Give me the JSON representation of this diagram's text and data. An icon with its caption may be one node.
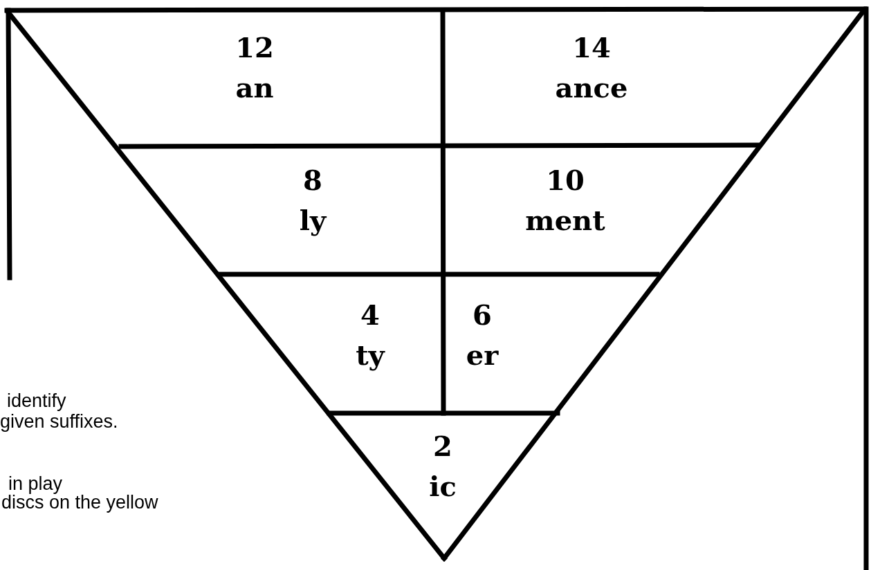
{
  "diagram": {
    "nodes": [
      {
        "text": [
          "12",
          "an"
        ]
      },
      {
        "text": [
          "14",
          "ance"
        ]
      },
      {
        "text": [
          "8",
          "ly"
        ]
      },
      {
        "text": [
          "10",
          "ment"
        ]
      },
      {
        "text": [
          "4",
          "ty"
        ]
      },
      {
        "text": [
          "6",
          "er"
        ]
      },
      {
        "text": [
          "2",
          "ic"
        ]
      }
    ],
    "edges": [],
    "labels": [
      "identify",
      "given suffixes.",
      "in play",
      "discs on the yellow"
    ]
  }
}
